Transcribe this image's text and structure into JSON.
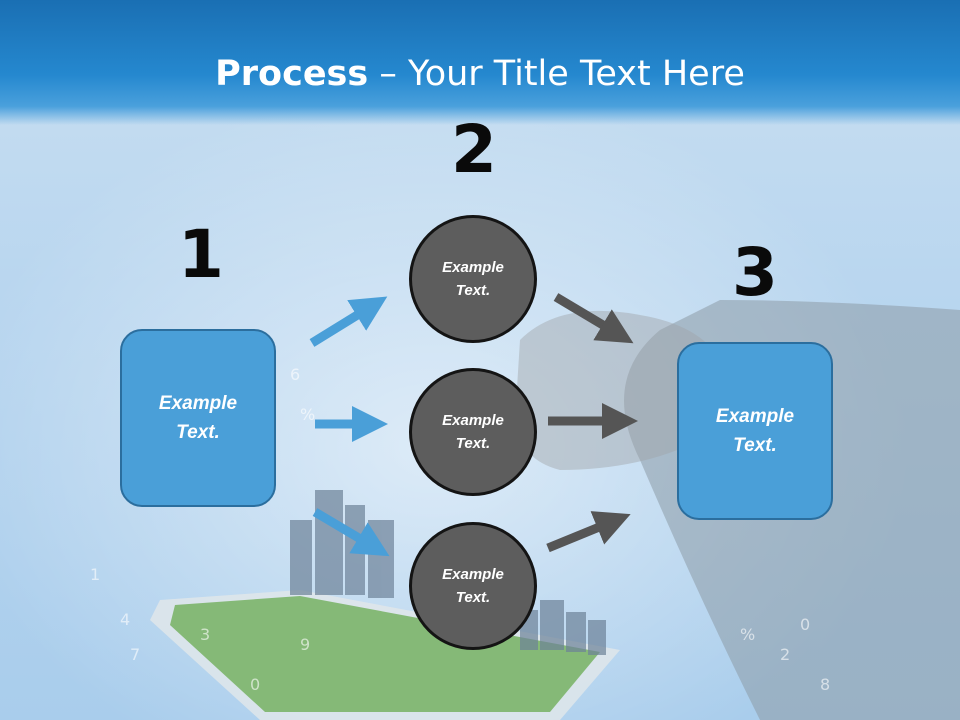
{
  "title": {
    "bold": "Process",
    "rest": " – Your Title Text Here"
  },
  "steps": [
    {
      "number": "1",
      "label": "Example Text."
    },
    {
      "number": "2",
      "labels": [
        "Example Text.",
        "Example Text.",
        "Example Text."
      ]
    },
    {
      "number": "3",
      "label": "Example Text."
    }
  ],
  "colors": {
    "header": "#2588cf",
    "box": "#4a9fd8",
    "circle": "#5d5d5d",
    "arrow_blue": "#4a9fd8",
    "arrow_gray": "#555555"
  }
}
